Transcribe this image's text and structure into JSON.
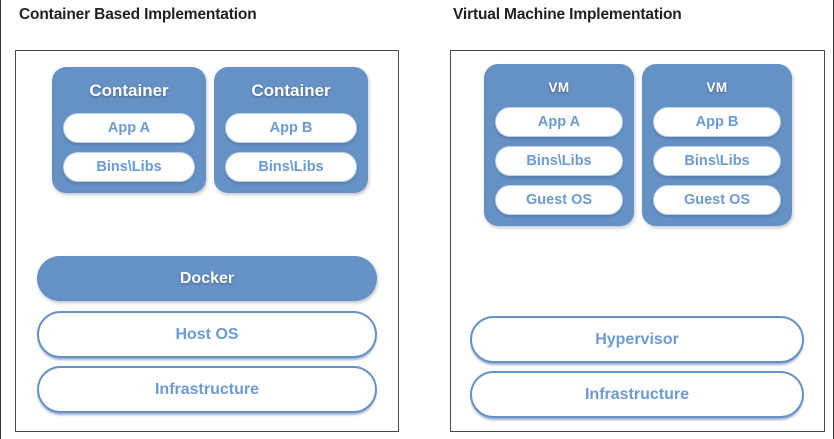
{
  "colors": {
    "blue_fill": "#6691c4",
    "blue_text": "#6b9bd2",
    "pill_border": "#bcd2e8",
    "bar_border": "#6691c4",
    "box_border": "#4a4a4a",
    "title_text": "#231f20",
    "background": "#ffffff"
  },
  "panels": [
    {
      "id": "container-based",
      "title": "Container Based Implementation",
      "guests": [
        {
          "label": "Container",
          "layers": [
            "App A",
            "Bins\\Libs"
          ]
        },
        {
          "label": "Container",
          "layers": [
            "App B",
            "Bins\\Libs"
          ]
        }
      ],
      "base_layers": [
        {
          "label": "Docker",
          "style": "solid"
        },
        {
          "label": "Host OS",
          "style": "white"
        },
        {
          "label": "Infrastructure",
          "style": "white"
        }
      ]
    },
    {
      "id": "virtual-machine",
      "title": "Virtual Machine Implementation",
      "guests": [
        {
          "label": "VM",
          "layers": [
            "App A",
            "Bins\\Libs",
            "Guest OS"
          ]
        },
        {
          "label": "VM",
          "layers": [
            "App B",
            "Bins\\Libs",
            "Guest OS"
          ]
        }
      ],
      "base_layers": [
        {
          "label": "Hypervisor",
          "style": "white"
        },
        {
          "label": "Infrastructure",
          "style": "white"
        }
      ]
    }
  ]
}
